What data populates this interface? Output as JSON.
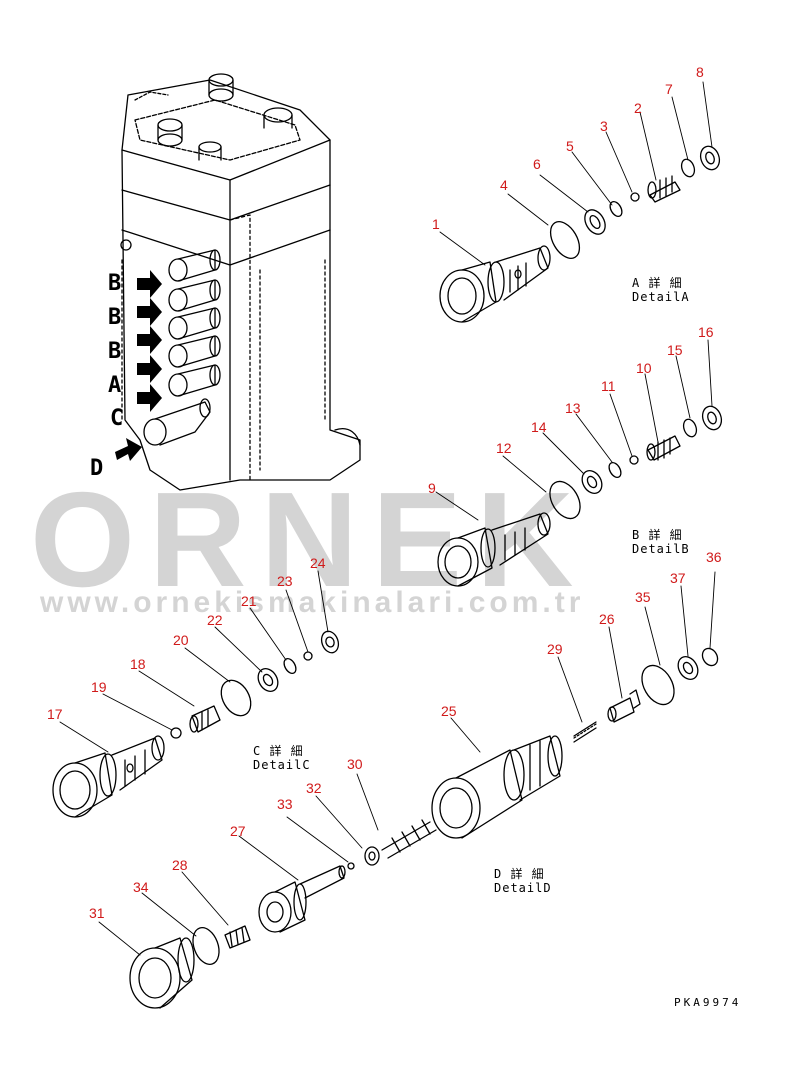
{
  "watermark": {
    "brand": "ORNEK",
    "url": "www.ornekismakinalari.com.tr",
    "color": "#d4d4d4"
  },
  "view_labels": [
    "B",
    "B",
    "B",
    "A",
    "C",
    "D"
  ],
  "part_numbers": [
    "1",
    "2",
    "3",
    "4",
    "5",
    "6",
    "7",
    "8",
    "9",
    "10",
    "11",
    "12",
    "13",
    "14",
    "15",
    "16",
    "17",
    "18",
    "19",
    "20",
    "21",
    "22",
    "23",
    "24",
    "25",
    "26",
    "27",
    "28",
    "29",
    "30",
    "31",
    "32",
    "33",
    "34",
    "35",
    "36",
    "37"
  ],
  "details": {
    "a": {
      "jp": "A 詳 細",
      "en": "DetailA"
    },
    "b": {
      "jp": "B 詳 細",
      "en": "DetailB"
    },
    "c": {
      "jp": "C 詳 細",
      "en": "DetailC"
    },
    "d": {
      "jp": "D 詳 細",
      "en": "DetailD"
    }
  },
  "drawing_code": "PKA9974",
  "colors": {
    "part_number": "#d01a1a",
    "line": "#000000",
    "arrow": "#000000"
  }
}
